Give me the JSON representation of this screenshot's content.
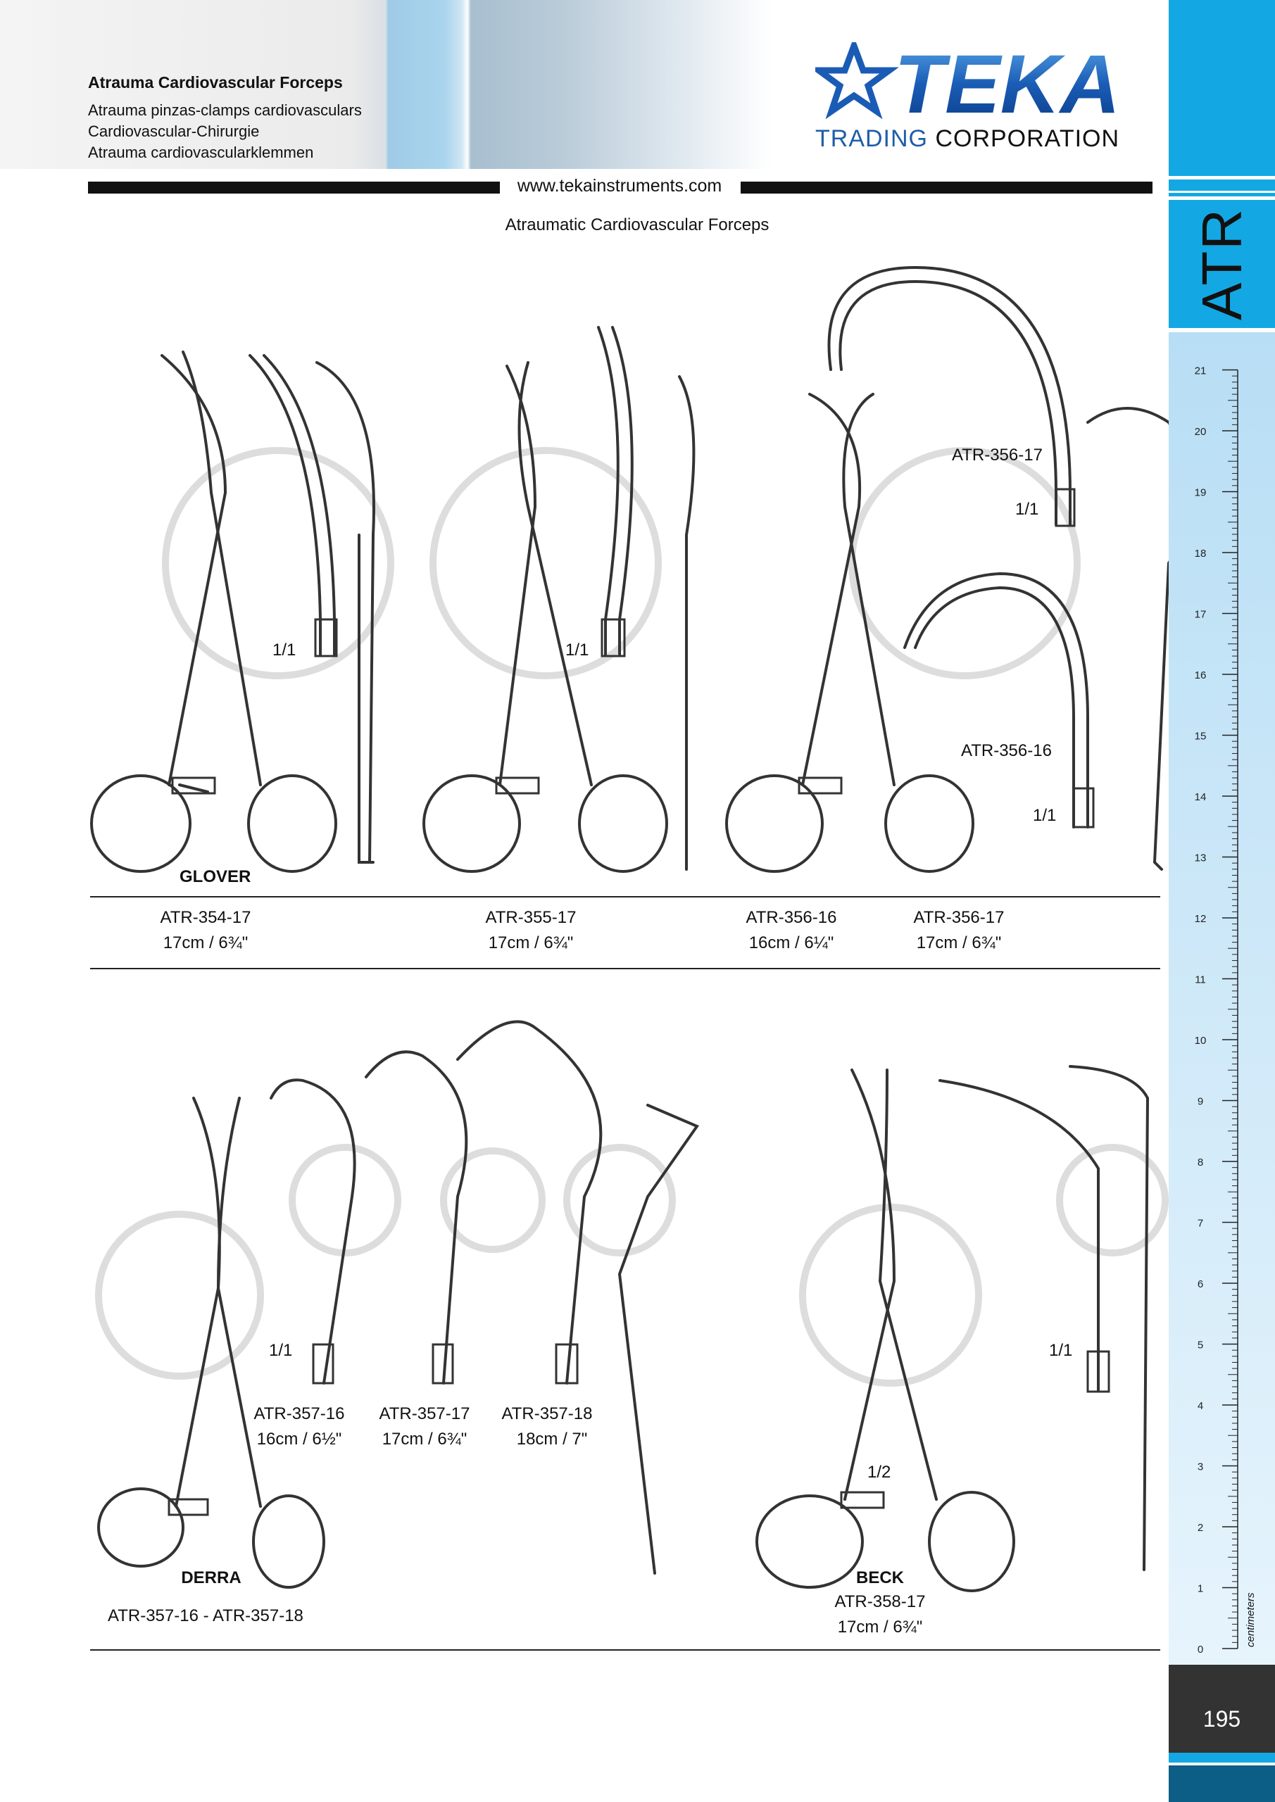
{
  "header": {
    "title": "Atrauma Cardiovascular Forceps",
    "subtitles": [
      "Atrauma pinzas-clamps cardiovasculars",
      "Cardiovascular-Chirurgie",
      "Atrauma cardiovascularklemmen"
    ],
    "logo_name": "TEKA",
    "logo_sub_accent": "TRADING",
    "logo_sub_rest": "CORPORATION",
    "url": "www.tekainstruments.com",
    "page_heading": "Atraumatic Cardiovascular Forceps"
  },
  "sidebar": {
    "tab": "ATR",
    "ruler_labels": [
      "0",
      "1",
      "2",
      "3",
      "4",
      "5",
      "6",
      "7",
      "8",
      "9",
      "10",
      "11",
      "12",
      "13",
      "14",
      "15",
      "16",
      "17",
      "18",
      "19",
      "20",
      "21"
    ],
    "unit": "centimeters",
    "page_number": "195"
  },
  "scale_marks": {
    "s1": "1/1",
    "s2": "1/1",
    "s3": "1/1",
    "s4": "1/1",
    "s5": "1/1",
    "s6": "1/1",
    "s7": "1/2"
  },
  "section1": {
    "name": "GLOVER",
    "callouts": {
      "a": "ATR-356-17",
      "b": "ATR-356-16"
    },
    "items": [
      {
        "code": "ATR-354-17",
        "size": "17cm  /  6¾\""
      },
      {
        "code": "ATR-355-17",
        "size": "17cm  /  6¾\""
      },
      {
        "code": "ATR-356-16",
        "size": "16cm  /  6¼\""
      },
      {
        "code": "ATR-356-17",
        "size": "17cm  /  6¾\""
      }
    ]
  },
  "section2": {
    "derra_name": "DERRA",
    "derra_range": "ATR-357-16  -  ATR-357-18",
    "items": [
      {
        "code": "ATR-357-16",
        "size": "16cm  /  6½\""
      },
      {
        "code": "ATR-357-17",
        "size": "17cm  /  6¾\""
      },
      {
        "code": "ATR-357-18",
        "size": "18cm  /  7\""
      }
    ],
    "beck_name": "BECK",
    "beck_code": "ATR-358-17",
    "beck_size": "17cm  /  6¾\""
  },
  "colors": {
    "accent": "#13a8e3",
    "dark_blue": "#1f5ea8",
    "dark_panel": "#333333"
  }
}
